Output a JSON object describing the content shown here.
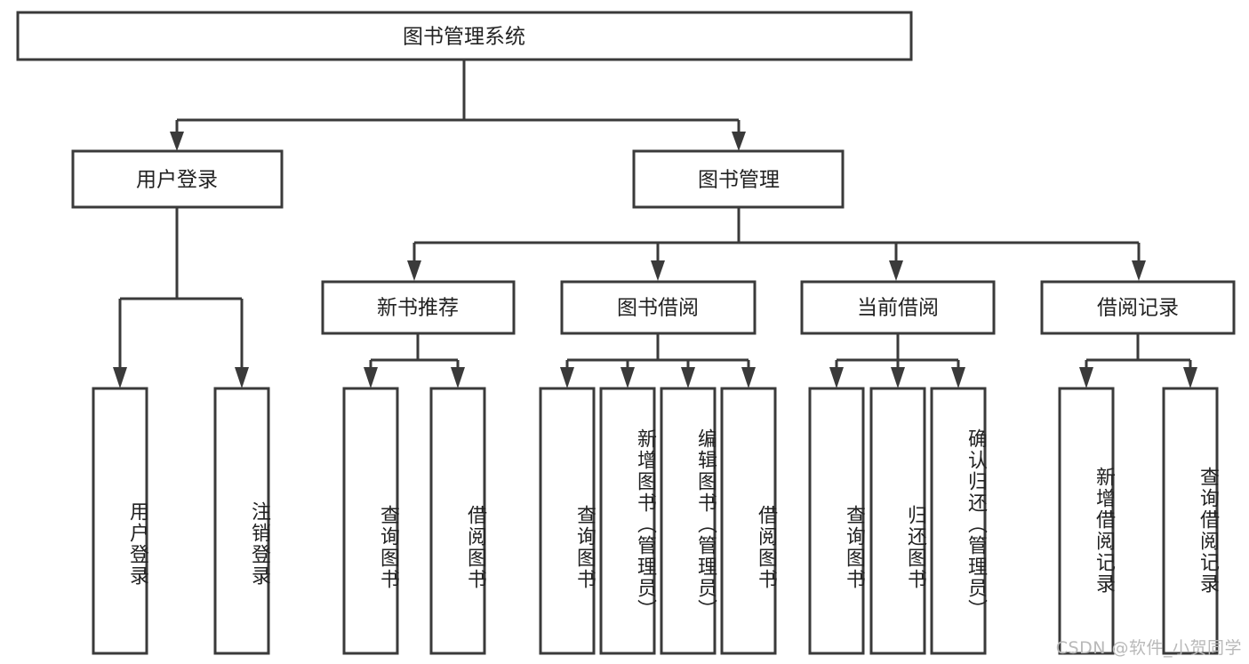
{
  "diagram": {
    "title": "图书管理系统",
    "type": "tree-hierarchy-diagram",
    "root": {
      "label": "图书管理系统"
    },
    "level2": [
      {
        "label": "用户登录"
      },
      {
        "label": "图书管理"
      }
    ],
    "level3": [
      {
        "label": "新书推荐"
      },
      {
        "label": "图书借阅"
      },
      {
        "label": "当前借阅"
      },
      {
        "label": "借阅记录"
      }
    ],
    "leaves": {
      "user_login": [
        {
          "label": "用户登录"
        },
        {
          "label": "注销登录"
        }
      ],
      "new_book_recommend": [
        {
          "label": "查询图书"
        },
        {
          "label": "借阅图书"
        }
      ],
      "book_borrow": [
        {
          "label": "查询图书"
        },
        {
          "label": "新增图书（管理员）"
        },
        {
          "label": "编辑图书（管理员）"
        },
        {
          "label": "借阅图书"
        }
      ],
      "current_borrow": [
        {
          "label": "查询图书"
        },
        {
          "label": "归还图书"
        },
        {
          "label": "确认归还（管理员）"
        }
      ],
      "borrow_record": [
        {
          "label": "新增借阅记录"
        },
        {
          "label": "查询借阅记录"
        }
      ]
    }
  },
  "watermark": {
    "text": "CSDN @软件_小贺同学"
  },
  "colors": {
    "stroke": "#3a3a3a",
    "fill": "#ffffff",
    "text": "#222222",
    "watermark": "#b9b9b9"
  }
}
